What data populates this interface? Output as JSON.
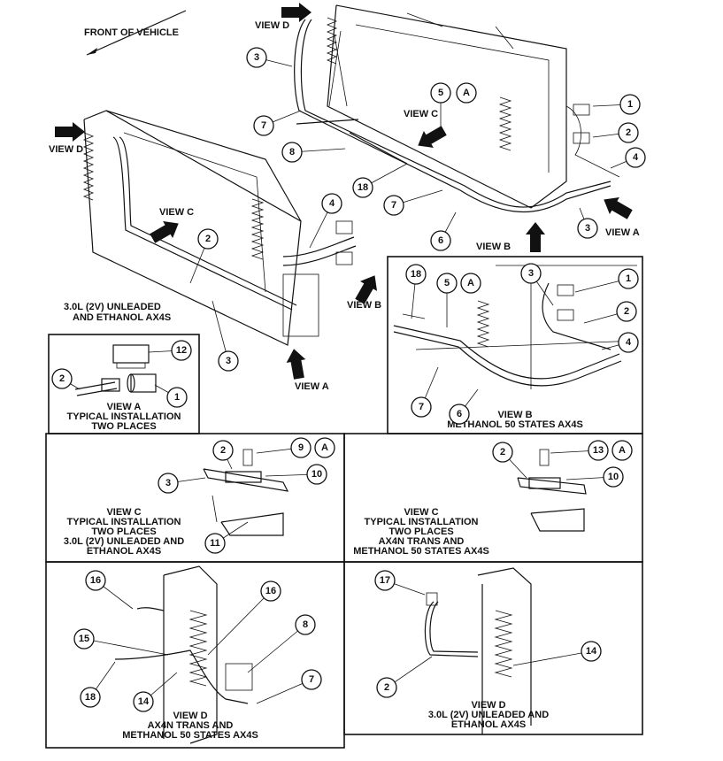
{
  "labels": {
    "front_of_vehicle": "FRONT OF VEHICLE",
    "view_d_top": "VIEW D",
    "view_d_left": "VIEW D",
    "view_c_top": "VIEW C",
    "view_c_left": "VIEW C",
    "view_b": "VIEW B",
    "view_b_mid": "VIEW B",
    "view_a_right": "VIEW A",
    "view_a_bottom": "VIEW A",
    "engine_left_1": "3.0L (2V) UNLEADED",
    "engine_left_2": "AND ETHANOL AX4S"
  },
  "panels": {
    "view_a": [
      "VIEW A",
      "TYPICAL INSTALLATION",
      "TWO PLACES"
    ],
    "view_b": [
      "VIEW B",
      "METHANOL 50 STATES AX4S"
    ],
    "view_c_left": [
      "VIEW C",
      "TYPICAL INSTALLATION",
      "TWO PLACES",
      "3.0L (2V) UNLEADED AND",
      "ETHANOL AX4S"
    ],
    "view_c_right": [
      "VIEW C",
      "TYPICAL INSTALLATION",
      "TWO PLACES",
      "AX4N TRANS AND",
      "METHANOL 50 STATES AX4S"
    ],
    "view_d_left": [
      "VIEW D",
      "AX4N TRANS AND",
      "METHANOL 50 STATES AX4S"
    ],
    "view_d_right": [
      "VIEW D",
      "3.0L (2V) UNLEADED AND",
      "ETHANOL AX4S"
    ]
  },
  "callouts": {
    "c1": "3",
    "c2": "7",
    "c3": "8",
    "c4": "18",
    "c5": "5",
    "c6": "A",
    "c7": "7",
    "c8": "6",
    "c9": "1",
    "c10": "2",
    "c11": "4",
    "c12": "3",
    "c13": "4",
    "c14": "2",
    "c15": "3",
    "c16": "12",
    "c17": "2",
    "c18": "1",
    "c19": "18",
    "c20": "5",
    "c21": "A",
    "c22": "3",
    "c23": "1",
    "c24": "2",
    "c25": "4",
    "c26": "7",
    "c27": "6",
    "c28": "2",
    "c29": "9",
    "c30": "A",
    "c31": "10",
    "c32": "3",
    "c33": "11",
    "c34": "2",
    "c35": "13",
    "c36": "A",
    "c37": "10",
    "c38": "16",
    "c39": "16",
    "c40": "8",
    "c41": "15",
    "c42": "18",
    "c43": "14",
    "c44": "7",
    "c45": "17",
    "c46": "14",
    "c47": "2"
  }
}
